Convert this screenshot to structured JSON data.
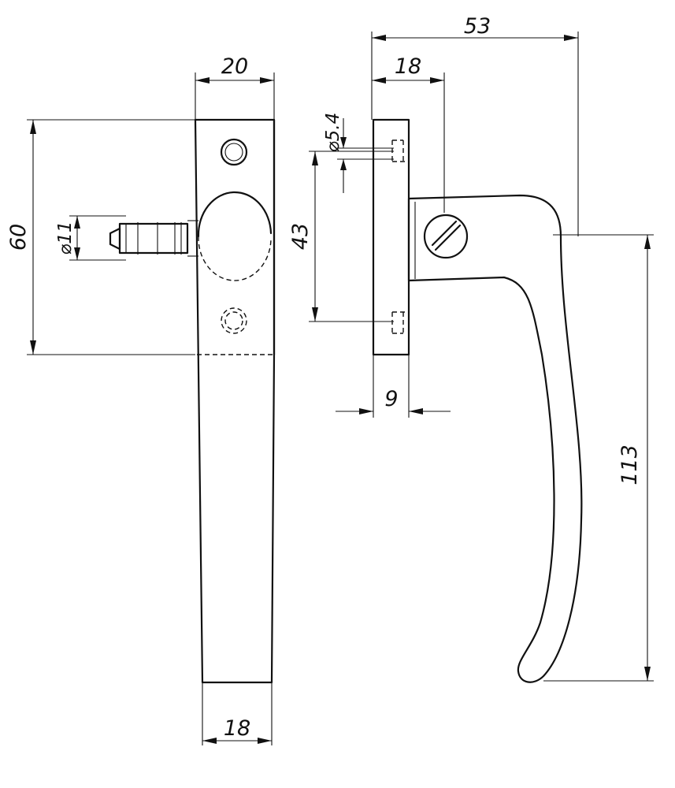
{
  "drawing": {
    "front_view": {
      "width_top": "20",
      "height_plate": "60",
      "spindle_diameter": "⌀11",
      "width_bottom": "18"
    },
    "side_view": {
      "overall_depth": "53",
      "plate_to_handle": "18",
      "hole_diameter": "⌀5.4",
      "hole_spacing": "43",
      "plate_thickness": "9",
      "handle_length": "113"
    }
  }
}
